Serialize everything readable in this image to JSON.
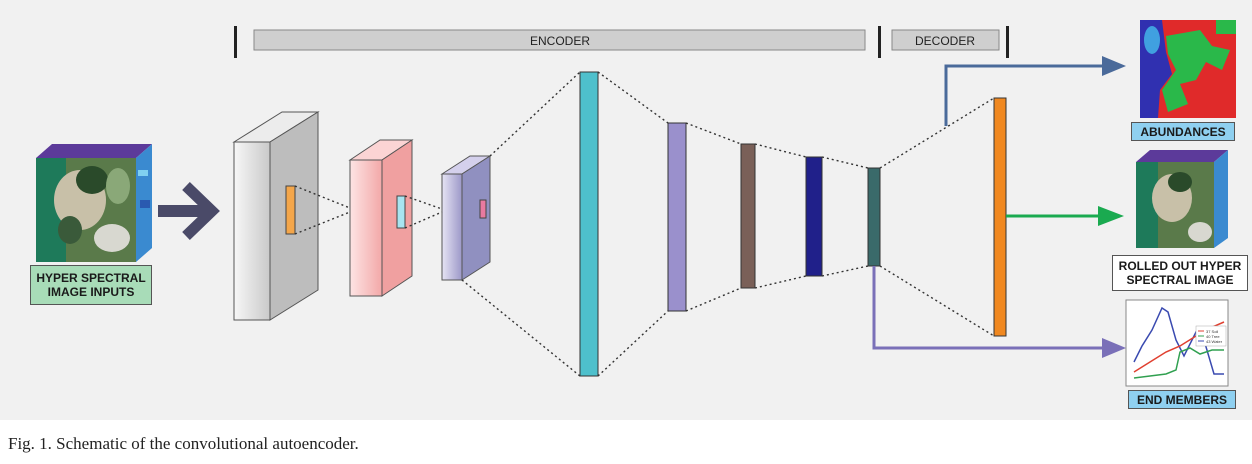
{
  "header": {
    "encoder_label": "ENCODER",
    "decoder_label": "DECODER"
  },
  "input": {
    "label": "HYPER SPECTRAL IMAGE INPUTS"
  },
  "outputs": {
    "abundances_label": "ABUNDANCES",
    "rolled_out_label": "ROLLED OUT HYPER SPECTRAL IMAGE",
    "end_members_label": "END MEMBERS",
    "end_members_legend": [
      "37 Soil",
      "40 Tree",
      "43 Water"
    ]
  },
  "caption": "Fig. 1. Schematic of the convolutional autoencoder.",
  "colors": {
    "arrow_dark": "#4a4a68",
    "arrow_blue": "#4a6a9a",
    "arrow_green": "#1aaa50",
    "arrow_purple": "#7a70b8",
    "label_green": "#a8dcb8",
    "label_blue": "#8fd0f0",
    "layer_cyan": "#4ec0cc",
    "layer_lavender": "#9a90cc",
    "layer_brown": "#7a6058",
    "layer_navy": "#20208a",
    "layer_teal": "#3a6a6a",
    "layer_orange": "#f08820"
  }
}
